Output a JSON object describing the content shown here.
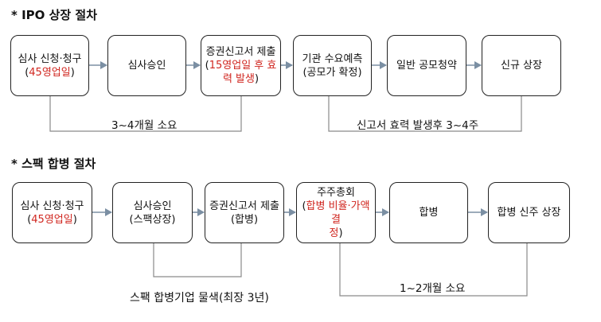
{
  "ipo": {
    "title": "* IPO 상장 절차",
    "steps": [
      {
        "l1": "심사 신청·청구",
        "l2a": "(",
        "l2b": "45영업일",
        "l2c": ")"
      },
      {
        "l1": "심사승인"
      },
      {
        "l1": "증권신고서 제출",
        "l2a": "(",
        "l2b": "15영업일 후 효",
        "l3b": "력 발생",
        "l3c": ")"
      },
      {
        "l1": "기관 수요예측",
        "l2": "(공모가 확정)"
      },
      {
        "l1": "일반 공모청약"
      },
      {
        "l1": "신규 상장"
      }
    ],
    "note_left": "3~4개월 소요",
    "note_right": "신고서 효력 발생후 3~4주"
  },
  "spac": {
    "title": "* 스팩 합병 절차",
    "steps": [
      {
        "l1": "심사 신청·청구",
        "l2a": "(",
        "l2b": "45영업일",
        "l2c": ")"
      },
      {
        "l1": "심사승인",
        "l2": "(스팩상장)"
      },
      {
        "l1": "증권신고서 제출",
        "l2": "(합병)"
      },
      {
        "l1": "주주총회",
        "l2a": "(",
        "l2b": "합병 비율·가액 결",
        "l3b": "정",
        "l3c": ")"
      },
      {
        "l1": "합병"
      },
      {
        "l1": "합병 신주 상장"
      }
    ],
    "note_left": "스팩 합병기업 물색(최장 3년)",
    "note_right": "1~2개월 소요"
  },
  "colors": {
    "highlight": "#d0261f",
    "arrow": "#7b8fa3",
    "bracket": "#8a8a8a"
  }
}
